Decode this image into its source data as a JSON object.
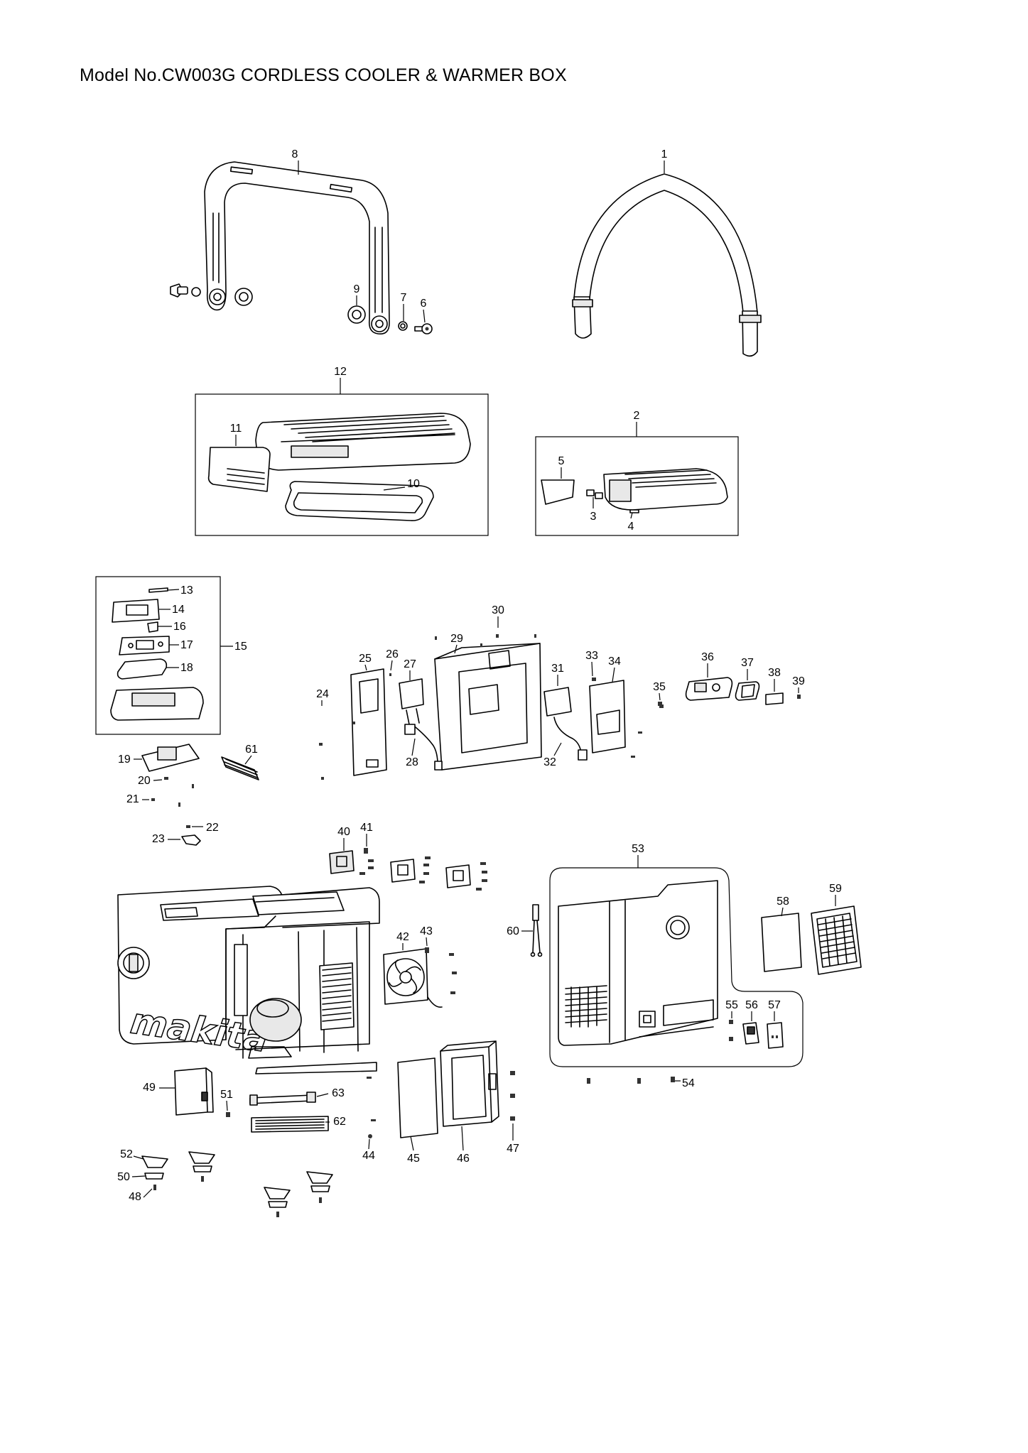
{
  "title": "Model No.CW003G CORDLESS COOLER & WARMER BOX",
  "brand_logo": "makita",
  "parts": {
    "p1": "1",
    "p2": "2",
    "p3": "3",
    "p4": "4",
    "p5": "5",
    "p6": "6",
    "p7": "7",
    "p8": "8",
    "p9": "9",
    "p10": "10",
    "p11": "11",
    "p12": "12",
    "p13": "13",
    "p14": "14",
    "p15": "15",
    "p16": "16",
    "p17": "17",
    "p18": "18",
    "p19": "19",
    "p20": "20",
    "p21": "21",
    "p22": "22",
    "p23": "23",
    "p24": "24",
    "p25": "25",
    "p26": "26",
    "p27": "27",
    "p28": "28",
    "p29": "29",
    "p30": "30",
    "p31": "31",
    "p32": "32",
    "p33": "33",
    "p34": "34",
    "p35": "35",
    "p36": "36",
    "p37": "37",
    "p38": "38",
    "p39": "39",
    "p40": "40",
    "p41": "41",
    "p42": "42",
    "p43": "43",
    "p44": "44",
    "p45": "45",
    "p46": "46",
    "p47": "47",
    "p48": "48",
    "p49": "49",
    "p50": "50",
    "p51": "51",
    "p52": "52",
    "p53": "53",
    "p54": "54",
    "p55": "55",
    "p56": "56",
    "p57": "57",
    "p58": "58",
    "p59": "59",
    "p60": "60",
    "p61": "61",
    "p62": "62",
    "p63": "63"
  }
}
